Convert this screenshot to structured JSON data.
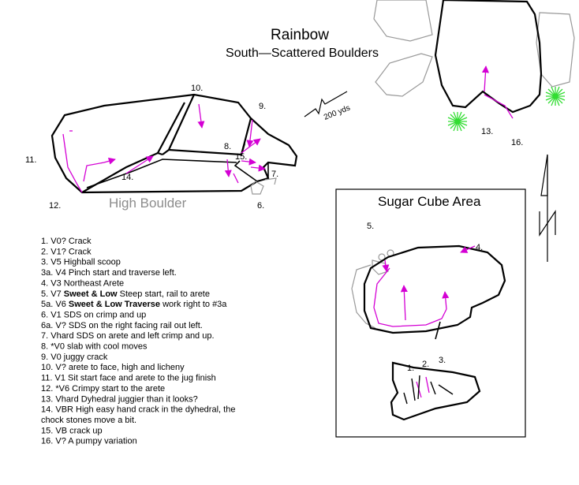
{
  "title": "Rainbow",
  "subtitle": "South—Scattered Boulders",
  "scale_label": "200 yds",
  "north_label": "N",
  "high_boulder_label": "High Boulder",
  "sugar_cube_title": "Sugar Cube Area",
  "colors": {
    "problem_line": "#d400d4",
    "bush": "#33dd33",
    "outline_gray": "#999999",
    "label_gray": "#8c8c8c"
  },
  "map_labels": {
    "n10": "10.",
    "n9": "9.",
    "n11": "11.",
    "n8": "8.",
    "n15": "15.",
    "n7": "7.",
    "n14": "14.",
    "n12": "12.",
    "n6": "6.",
    "n13": "13.",
    "n16": "16.",
    "n5": "5.",
    "n4": "4.",
    "n3": "3.",
    "n1": "1.",
    "n2": "2."
  },
  "legend": [
    {
      "num": "1.",
      "bold": "",
      "text": "V0? Crack"
    },
    {
      "num": "2.",
      "bold": "",
      "text": "V1? Crack"
    },
    {
      "num": "3.",
      "bold": "",
      "text": "V5 Highball scoop"
    },
    {
      "num": "3a.",
      "bold": "",
      "text": "V4 Pinch start and traverse left."
    },
    {
      "num": "4.",
      "bold": "",
      "text": "V3 Northeast Arete"
    },
    {
      "num": "5.",
      "pre": "V7 ",
      "bold": "Sweet & Low",
      "text": " Steep start, rail to arete"
    },
    {
      "num": "5a.",
      "pre": "V6 ",
      "bold": "Sweet & Low Traverse",
      "text": " work right to #3a"
    },
    {
      "num": "6.",
      "bold": "",
      "text": "V1 SDS on crimp and up"
    },
    {
      "num": "6a.",
      "bold": "",
      "text": "V? SDS on the right facing rail out left."
    },
    {
      "num": "7.",
      "bold": "",
      "text": "Vhard SDS on arete and left crimp and up."
    },
    {
      "num": "8.",
      "bold": "",
      "text": "*V0 slab with cool moves"
    },
    {
      "num": "9.",
      "bold": "",
      "text": "V0 juggy crack"
    },
    {
      "num": "10.",
      "bold": "",
      "text": "V? arete to face, high and licheny"
    },
    {
      "num": "11.",
      "bold": "",
      "text": "V1 Sit start face and arete to the jug finish"
    },
    {
      "num": "12.",
      "bold": "",
      "text": "*V6 Crimpy start to the arete"
    },
    {
      "num": "13.",
      "bold": "",
      "text": "Vhard Dyhedral juggier than it looks?"
    },
    {
      "num": "14.",
      "bold": "",
      "text": "VBR High easy hand crack in the dyhedral, the"
    },
    {
      "num": "",
      "bold": "",
      "text": "chock stones move a bit."
    },
    {
      "num": "15.",
      "bold": "",
      "text": "VB crack up"
    },
    {
      "num": "16.",
      "bold": "",
      "text": "V? A pumpy variation"
    }
  ]
}
